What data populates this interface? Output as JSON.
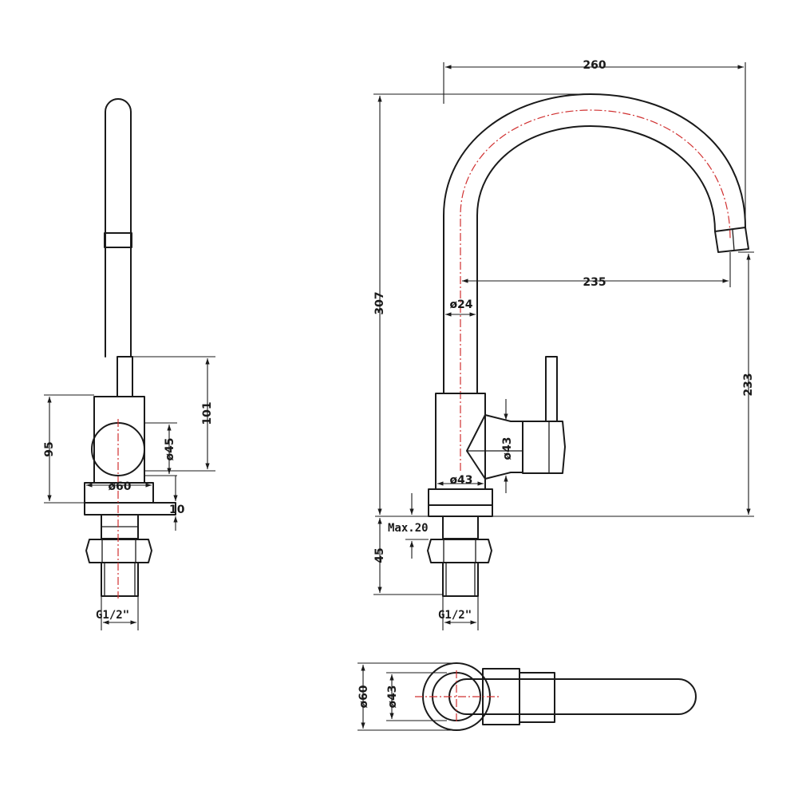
{
  "dimensions": {
    "total_reach": "260",
    "spout_reach": "235",
    "total_height": "307",
    "spout_height": "233",
    "spout_tube_diameter": "ø24",
    "body_diameter": "ø43",
    "lever_hub_diameter": "ø43",
    "max_deck_thickness": "Max.20",
    "shank_length": "45",
    "connection_right": "G1/2\"",
    "side_handle_height": "101",
    "side_body_height": "95",
    "side_hub_diameter": "ø45",
    "side_base_diameter": "ø60",
    "side_base_thickness": "10",
    "connection_left": "G1/2\"",
    "top_outer_diameter": "ø60",
    "top_inner_diameter": "ø43"
  },
  "colors": {
    "line": "#1a1a1a",
    "centerline": "#d03030",
    "background": "#ffffff"
  }
}
